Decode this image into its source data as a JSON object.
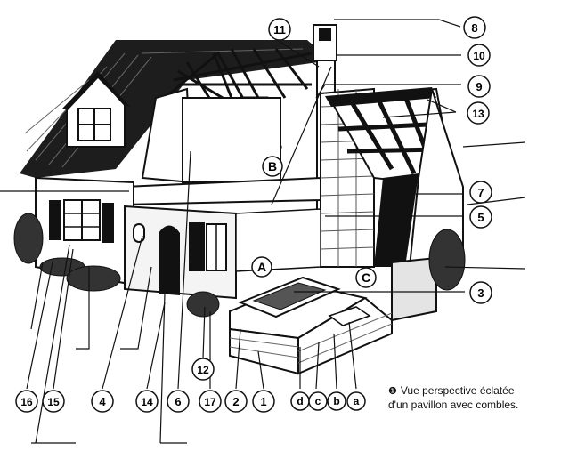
{
  "caption": {
    "bullet": "❶",
    "line1": "Vue perspective éclatée",
    "line2": "d'un pavillon avec combles."
  },
  "zones": [
    "A",
    "B",
    "C"
  ],
  "callouts": {
    "top_right": [
      "8",
      "10",
      "9",
      "13",
      "7",
      "5",
      "3"
    ],
    "top": [
      "11"
    ],
    "bottom": [
      "16",
      "15",
      "4",
      "14",
      "6",
      "17",
      "12",
      "2",
      "1",
      "d",
      "c",
      "b",
      "a"
    ]
  }
}
